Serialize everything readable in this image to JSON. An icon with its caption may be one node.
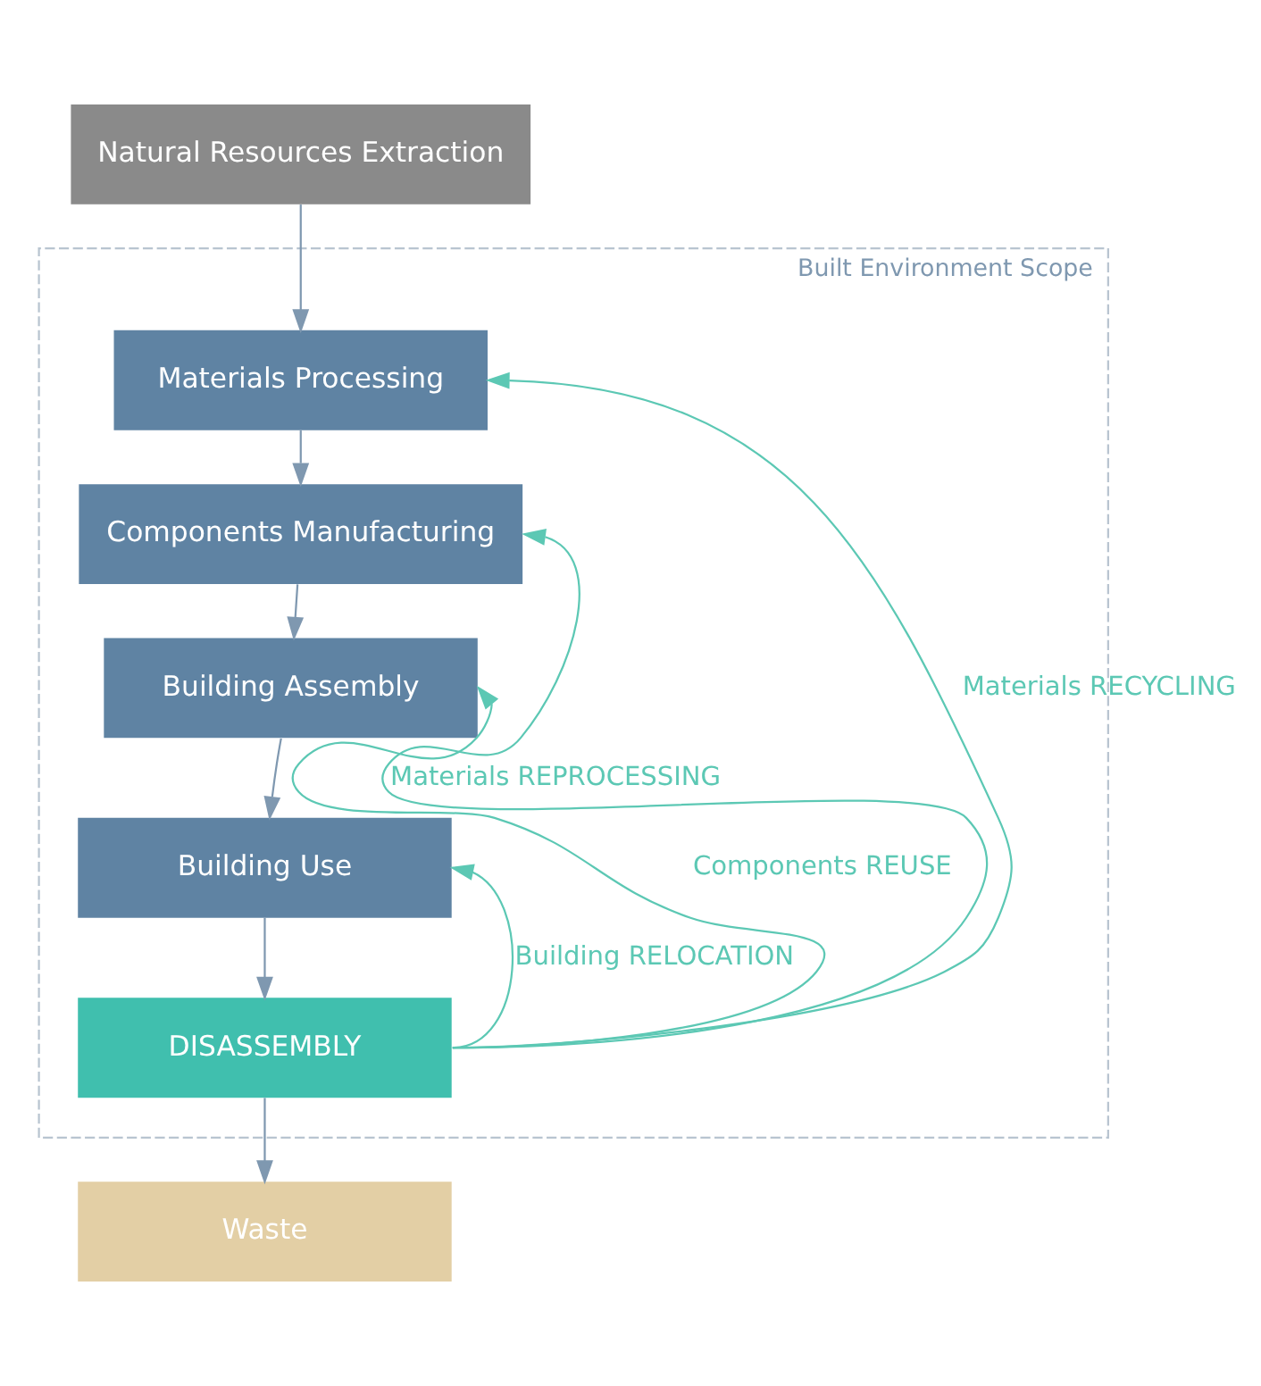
{
  "diagram": {
    "nodes": [
      {
        "text": [
          "Natural Resources Extraction"
        ]
      },
      {
        "text": [
          "Built Environment Scope"
        ]
      },
      {
        "text": [
          "Materials Processing"
        ],
        "in": 1
      },
      {
        "text": [
          "Components Manufacturing"
        ],
        "in": 1
      },
      {
        "text": [
          "Building Assembly"
        ],
        "in": 1
      },
      {
        "text": [
          "Building Use"
        ],
        "in": 1
      },
      {
        "text": [
          "DISASSEMBLY"
        ],
        "in": 1
      },
      {
        "text": [
          "Waste"
        ]
      }
    ],
    "edges": [
      {
        "from": 0,
        "to": 2,
        "arrow": "to"
      },
      {
        "from": 2,
        "to": 3,
        "arrow": "to"
      },
      {
        "from": 3,
        "to": 4,
        "arrow": "to"
      },
      {
        "from": 4,
        "to": 5,
        "arrow": "to"
      },
      {
        "from": 5,
        "to": 6,
        "arrow": "to"
      },
      {
        "from": 6,
        "to": 7,
        "arrow": "to"
      },
      {
        "from": 6,
        "to": 2,
        "arrow": "to",
        "label": "Materials RECYCLING",
        "color": "#5cc8b4"
      },
      {
        "from": 6,
        "to": 3,
        "arrow": "to",
        "label": "Materials REPROCESSING",
        "color": "#5cc8b4"
      },
      {
        "from": 6,
        "to": 4,
        "arrow": "to",
        "label": "Components REUSE",
        "color": "#5cc8b4"
      },
      {
        "from": 6,
        "to": 5,
        "arrow": "to",
        "label": "Building RELOCATION",
        "color": "#5cc8b4"
      }
    ]
  }
}
